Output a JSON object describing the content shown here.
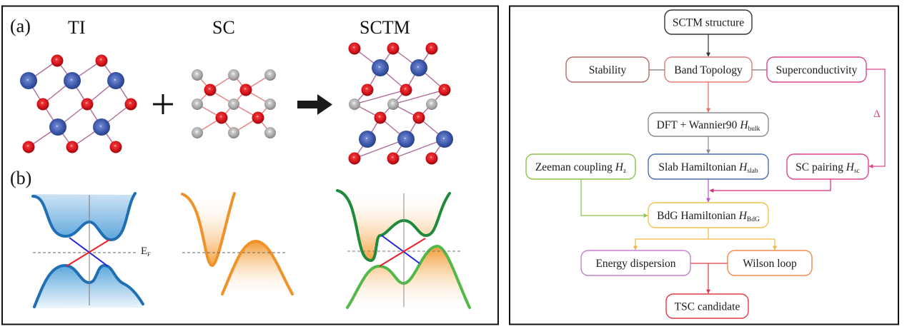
{
  "figure": {
    "left_panel": {
      "panel_a_label": "(a)",
      "panel_b_label": "(b)",
      "structures": [
        {
          "id": "ti",
          "title": "TI"
        },
        {
          "id": "sc",
          "title": "SC"
        },
        {
          "id": "sctm",
          "title": "SCTM"
        }
      ],
      "operator_plus": "+",
      "operator_arrow": "arrow-right",
      "fermi_label_main": "E",
      "fermi_label_sub": "F",
      "atom_colors": {
        "red": "#d0121b",
        "blue": "#3a56a8",
        "gray": "#a9a9a9"
      },
      "band_colors": {
        "ti": "#1f6fb5",
        "sc": "#f0922a",
        "sctm_upper": "#1e8a3a",
        "sctm_lower": "#52b848",
        "surface_red": "#e8202a",
        "surface_blue": "#2424d8"
      }
    },
    "flowchart": {
      "nodes": [
        {
          "id": "sctm_structure",
          "text": "SCTM structure",
          "sub": "",
          "color": "#333333"
        },
        {
          "id": "stability",
          "text": "Stability",
          "sub": "",
          "color": "#b86a6a"
        },
        {
          "id": "band_topology",
          "text": "Band Topology",
          "sub": "",
          "color": "#e57a7a"
        },
        {
          "id": "superconductivity",
          "text": "Superconductivity",
          "sub": "",
          "color": "#e0438c"
        },
        {
          "id": "dft_wannier",
          "text": "DFT + Wannier90 ",
          "italic": "H",
          "sub": "bulk",
          "color": "#8a8a8a"
        },
        {
          "id": "zeeman",
          "text": "Zeeman coupling ",
          "italic": "H",
          "sub": "z",
          "color": "#8cc24a"
        },
        {
          "id": "slab",
          "text": "Slab Hamiltonian ",
          "italic": "H",
          "sub": "slab",
          "color": "#4a6db5"
        },
        {
          "id": "sc_pairing",
          "text": "SC pairing ",
          "italic": "H",
          "sub": "sc",
          "color": "#e0438c"
        },
        {
          "id": "bdg",
          "text": "BdG Hamiltonian ",
          "italic": "H",
          "sub": "BdG",
          "color": "#f3c250"
        },
        {
          "id": "energy_dispersion",
          "text": "Energy dispersion",
          "sub": "",
          "color": "#c77fcf"
        },
        {
          "id": "wilson_loop",
          "text": "Wilson loop",
          "sub": "",
          "color": "#f08a4b"
        },
        {
          "id": "tsc_candidate",
          "text": "TSC candidate",
          "sub": "",
          "color": "#e03a44"
        }
      ],
      "delta_label": "Δ",
      "edges": [
        {
          "from": "sctm_structure",
          "to": "band_topology",
          "color": "#333333"
        },
        {
          "from": "stability",
          "to": "band_topology",
          "color": "#777777",
          "kind": "link"
        },
        {
          "from": "band_topology",
          "to": "superconductivity",
          "color": "#777777",
          "kind": "link"
        },
        {
          "from": "band_topology",
          "to": "dft_wannier",
          "color": "#e8685f"
        },
        {
          "from": "dft_wannier",
          "to": "slab",
          "color": "#8a8a8a"
        },
        {
          "from": "superconductivity",
          "to": "sc_pairing",
          "color": "#e0438c",
          "label": "Δ"
        },
        {
          "from": "sc_pairing",
          "to": "bdg",
          "color": "#d62b7a"
        },
        {
          "from": "slab",
          "to": "bdg",
          "color": "#b55ac0"
        },
        {
          "from": "zeeman",
          "to": "bdg",
          "color": "#8cc24a"
        },
        {
          "from": "bdg",
          "to": "energy_dispersion",
          "color": "#f3b441"
        },
        {
          "from": "bdg",
          "to": "wilson_loop",
          "color": "#f3b441"
        },
        {
          "from": "energy_dispersion",
          "to": "tsc_candidate",
          "color": "#e03a44"
        },
        {
          "from": "wilson_loop",
          "to": "tsc_candidate",
          "color": "#e03a44"
        }
      ]
    }
  }
}
